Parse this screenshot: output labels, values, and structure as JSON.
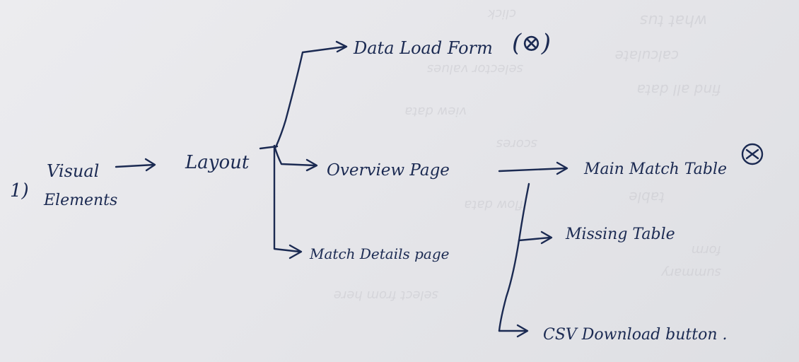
{
  "diagram": {
    "item_number": "1)",
    "root": {
      "line1": "Visual",
      "line2": "Elements"
    },
    "layout": "Layout",
    "branches": {
      "data_load_form": "Data Load Form",
      "data_load_form_mark": "(⊗)",
      "overview_page": "Overview Page",
      "match_details_page": "Match Details page"
    },
    "overview_children": {
      "main_table": "Main Match Table",
      "missing_table": "Missing Table",
      "csv_button": "CSV Download button ."
    }
  },
  "colors": {
    "ink": "#1b2a52",
    "paper": "#e9e9ec"
  }
}
